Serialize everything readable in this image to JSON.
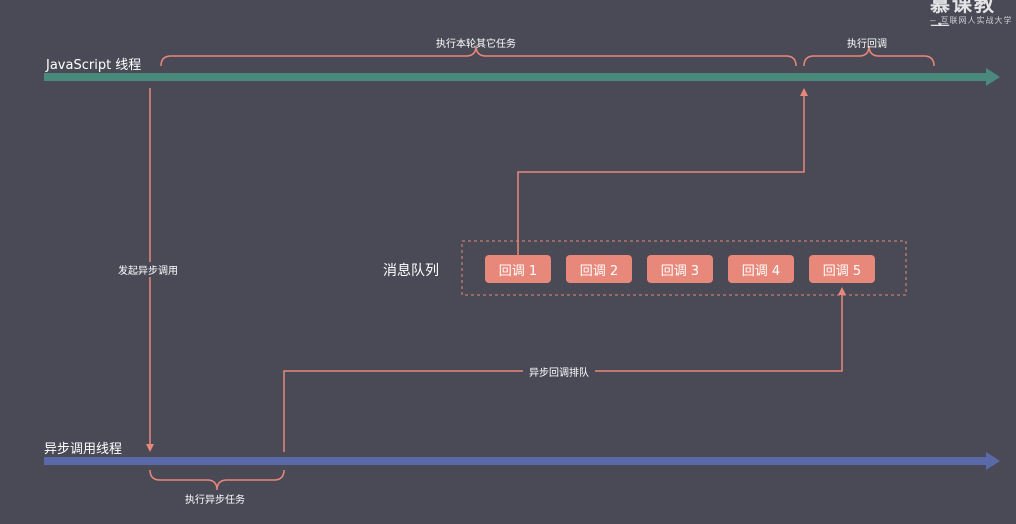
{
  "brand": {
    "title": "慕课教育",
    "subtitle": "— 互联网人实战大学"
  },
  "threads": {
    "js_thread": "JavaScript 线程",
    "async_thread": "异步调用线程"
  },
  "braces": {
    "other_tasks": "执行本轮其它任务",
    "run_callback": "执行回调",
    "async_task": "执行异步任务"
  },
  "edges": {
    "initiate_async": "发起异步调用",
    "enqueue_callback": "异步回调排队"
  },
  "queue": {
    "label": "消息队列",
    "items": [
      "回调 1",
      "回调 2",
      "回调 3",
      "回调 4",
      "回调 5"
    ]
  },
  "colors": {
    "background": "#4a4a57",
    "js_thread": "#4a8a7c",
    "async_thread": "#5a6aa8",
    "accent": "#e8887a"
  }
}
